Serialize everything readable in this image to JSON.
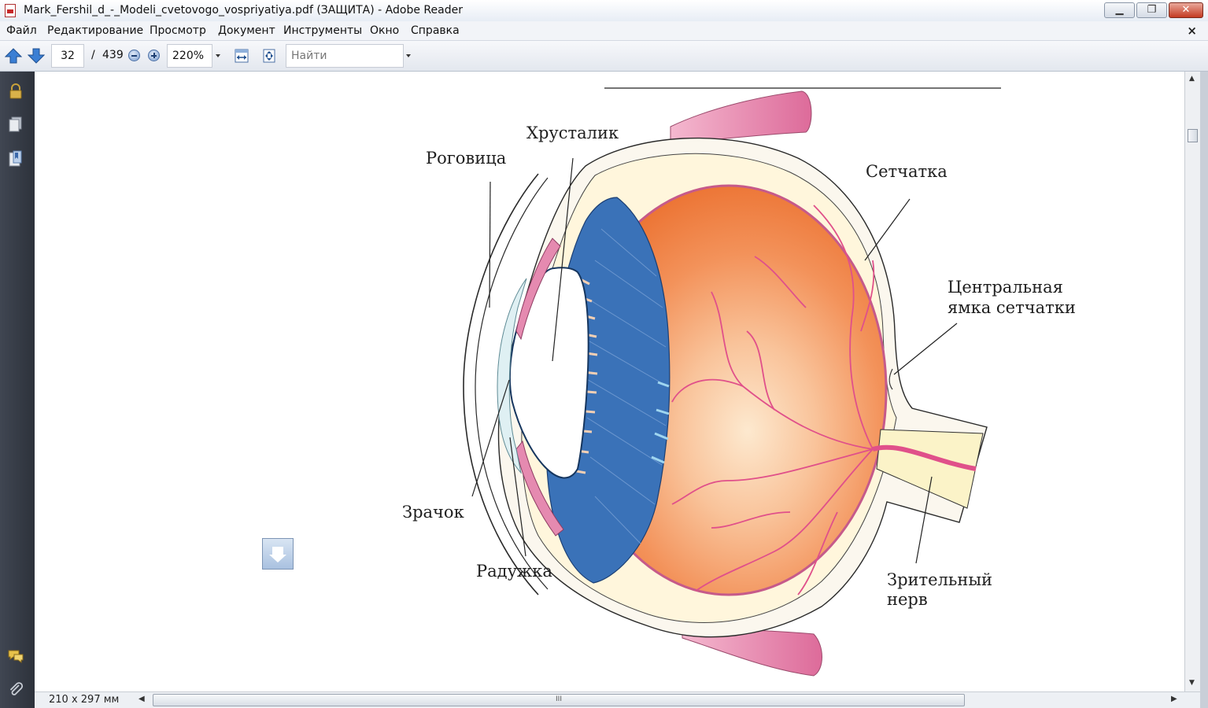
{
  "window": {
    "title": "Mark_Fershil_d_-_Modeli_cvetovogo_vospriyatiya.pdf (ЗАЩИТА) - Adobe Reader",
    "minimize": "▁",
    "restore": "❐",
    "close": "✕"
  },
  "menu": {
    "items": [
      "Файл",
      "Редактирование",
      "Просмотр",
      "Документ",
      "Инструменты",
      "Окно",
      "Справка"
    ],
    "doc_close": "×"
  },
  "toolbar": {
    "page_current": "32",
    "page_separator": "/",
    "page_total": "439",
    "zoom": "220%",
    "find_placeholder": "Найти"
  },
  "document": {
    "labels": {
      "cornea": "Роговица",
      "lens": "Хрусталик",
      "retina": "Сетчатка",
      "fovea_line1": "Центральная",
      "fovea_line2": "ямка сетчатки",
      "pupil": "Зрачок",
      "iris": "Радужка",
      "nerve_line1": "Зрительный",
      "nerve_line2": "нерв"
    }
  },
  "status": {
    "page_size": "210 x 297 мм",
    "scroll_grip": "III"
  },
  "colors": {
    "sclera_orange": "#ee7a3c",
    "lens_blue": "#2f66aa",
    "muscle_pink": "#e58ab0",
    "vessel": "#e0508a",
    "nerve": "#fbf3c8"
  }
}
